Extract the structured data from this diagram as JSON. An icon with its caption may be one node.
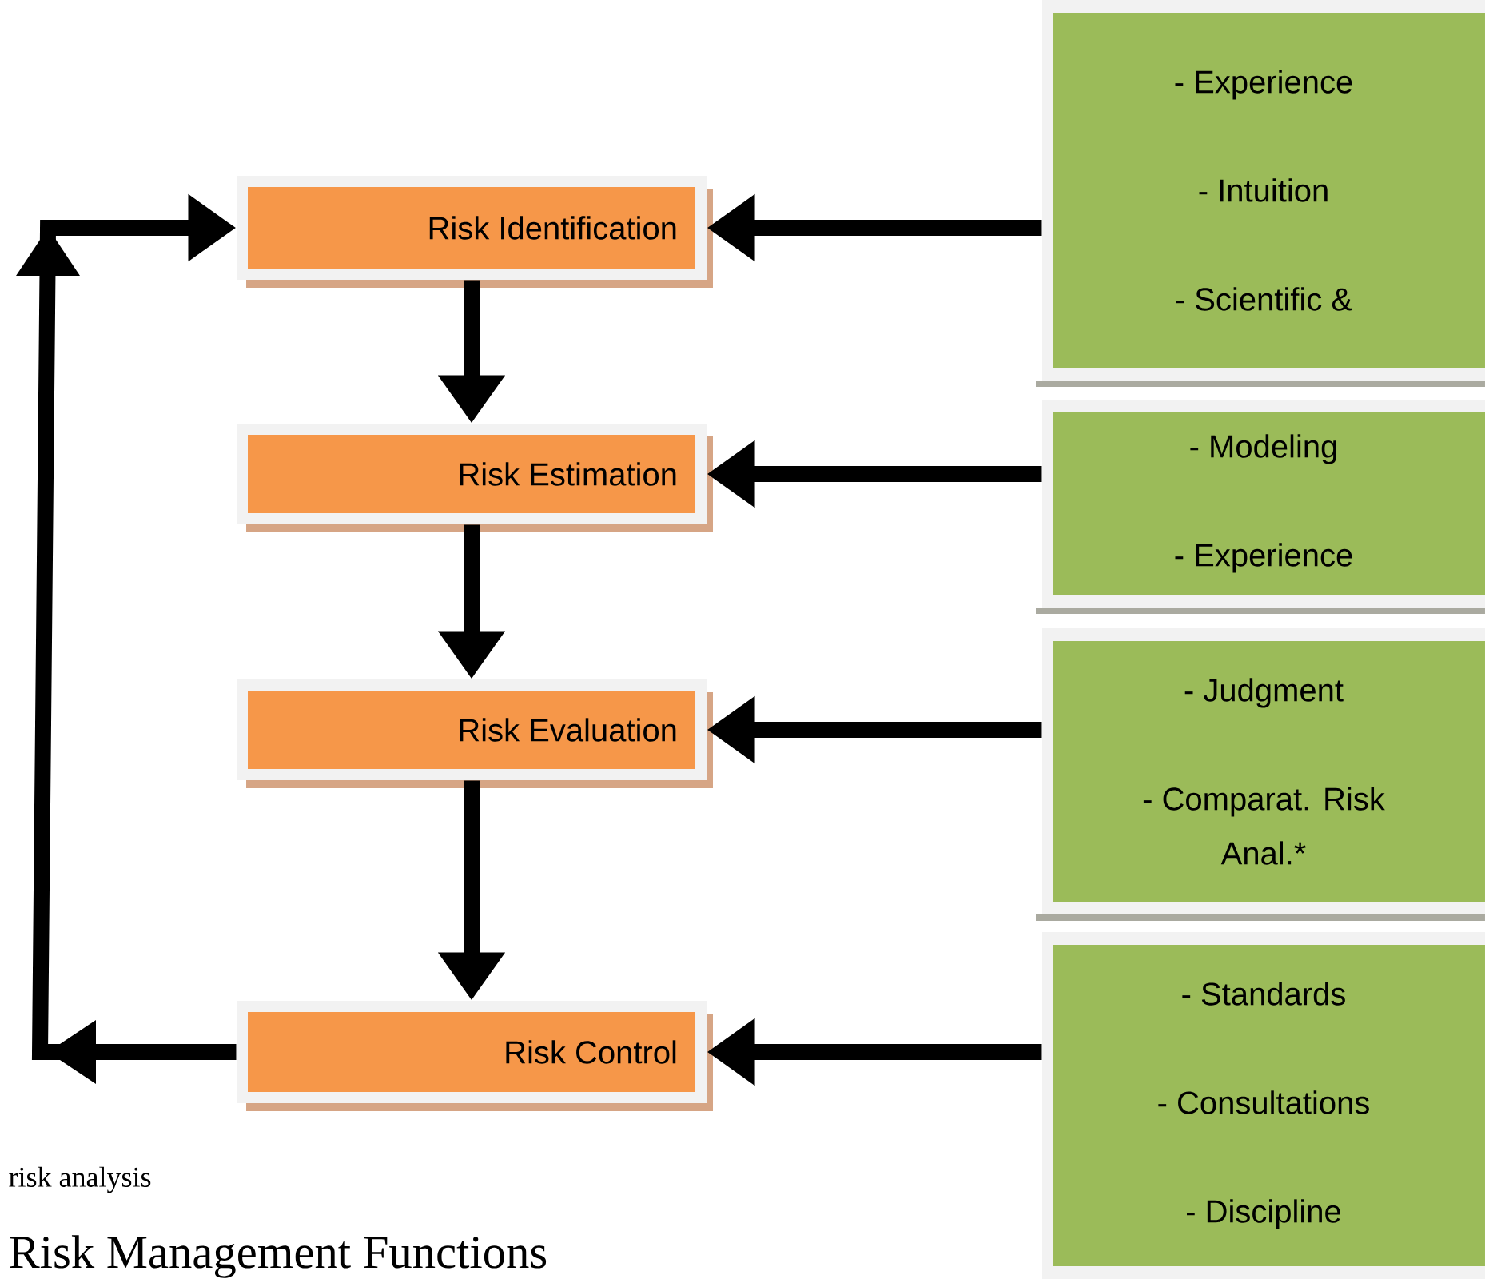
{
  "diagram": {
    "nodes": [
      {
        "text": [
          "Risk Identification"
        ]
      },
      {
        "text": [
          "Risk Estimation"
        ]
      },
      {
        "text": [
          "Risk Evaluation"
        ]
      },
      {
        "text": [
          "Risk Control"
        ]
      },
      {
        "text": [
          "- Experience",
          "- Intuition",
          "- Scientific  &"
        ]
      },
      {
        "text": [
          "- Modeling",
          "- Experience"
        ]
      },
      {
        "text": [
          "- Judgment",
          "- Comparat. Risk Anal.*"
        ]
      },
      {
        "text": [
          "- Standards",
          "- Consultations",
          "- Discipline"
        ]
      }
    ],
    "edges": [
      {
        "from": 4,
        "to": 0,
        "arrow": "to"
      },
      {
        "from": 5,
        "to": 1,
        "arrow": "to"
      },
      {
        "from": 6,
        "to": 2,
        "arrow": "to"
      },
      {
        "from": 7,
        "to": 3,
        "arrow": "to"
      },
      {
        "from": 0,
        "to": 1,
        "arrow": "to"
      },
      {
        "from": 1,
        "to": 2,
        "arrow": "to"
      },
      {
        "from": 2,
        "to": 3,
        "arrow": "to"
      },
      {
        "from": 3,
        "to": 0,
        "arrow": "to"
      }
    ],
    "labels": [
      "risk analysis",
      "Risk Management Functions"
    ]
  }
}
